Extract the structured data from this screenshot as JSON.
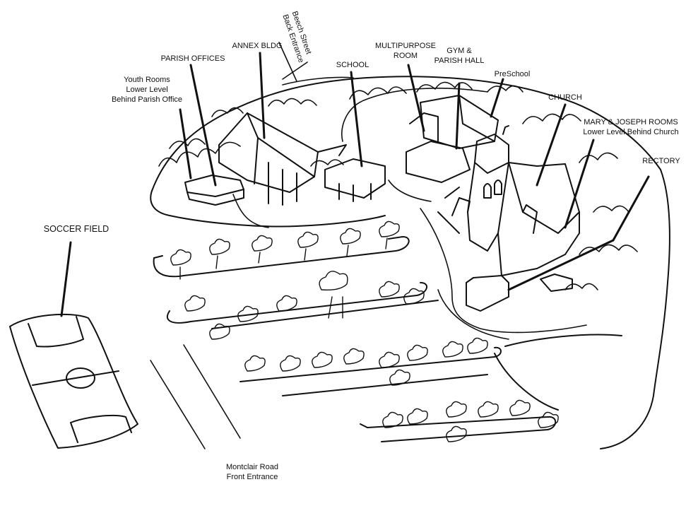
{
  "labels": {
    "youth_rooms": [
      "Youth Rooms",
      "Lower Level",
      "Behind Parish Office"
    ],
    "parish_offices": [
      "PARISH OFFICES"
    ],
    "annex_bldg": [
      "ANNEX BLDG"
    ],
    "beech_street": [
      "Beech Street",
      "Back Entrance"
    ],
    "school": [
      "SCHOOL"
    ],
    "multipurpose_room": [
      "MULTIPURPOSE",
      "ROOM"
    ],
    "gym_parish_hall": [
      "GYM &",
      "PARISH HALL"
    ],
    "preschool": [
      "PreSchool"
    ],
    "church": [
      "CHURCH"
    ],
    "mary_joseph_rooms": [
      "MARY & JOSEPH ROOMS",
      "Lower Level Behind Church"
    ],
    "rectory": [
      "RECTORY"
    ],
    "soccer_field": [
      "SOCCER FIELD"
    ],
    "montclair_road": [
      "Montclair Road",
      "Front Entrance"
    ]
  }
}
